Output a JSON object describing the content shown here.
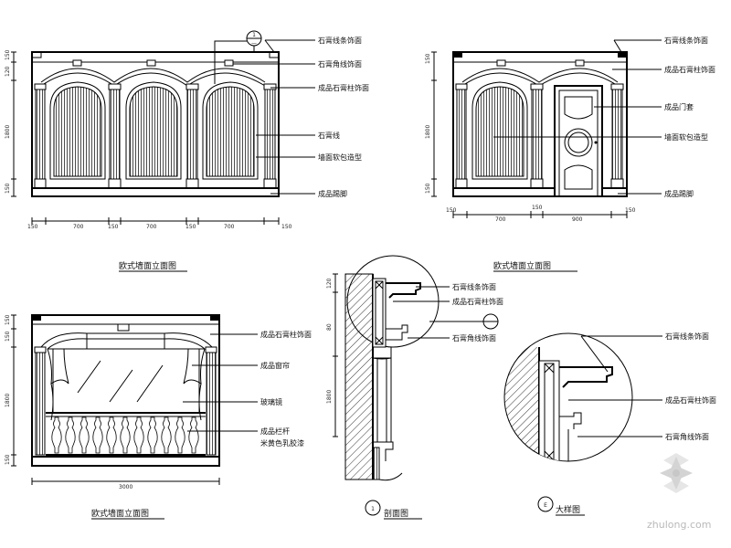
{
  "drawing": {
    "view1_title": "欧式墙面立面图",
    "view2_title": "欧式墙面立面图",
    "view3_title": "欧式墙面立面图",
    "detail1_title": "剖面图",
    "detailE_title": "大样图",
    "detail1_number": "1",
    "detailE_number": "E"
  },
  "view1_labels": [
    "石膏线条饰面",
    "石膏角线饰面",
    "成品石膏柱饰面",
    "石膏线",
    "墙面软包造型",
    "成品踢脚"
  ],
  "view2_labels": [
    "石膏线条饰面",
    "成品石膏柱饰面",
    "成品门套",
    "墙面软包造型",
    "成品踢脚"
  ],
  "view3_labels": [
    "成品石膏柱饰面",
    "成品窗帘",
    "玻璃镜",
    "成品栏杆",
    "米黄色乳胶漆"
  ],
  "detail1_labels": [
    "石膏线条饰面",
    "成品石膏柱饰面",
    "石膏角线饰面"
  ],
  "detailE_labels": [
    "石膏线条饰面",
    "成品石膏柱饰面",
    "石膏角线饰面"
  ],
  "section_marker": {
    "top": "1",
    "bottom": "—"
  },
  "dims": {
    "v1_left": [
      "150",
      "120",
      "1800",
      "150"
    ],
    "v1_bottom": [
      "150",
      "700",
      "150",
      "700",
      "150",
      "700",
      "150"
    ],
    "v2_left": [
      "150",
      "1800",
      "150"
    ],
    "v2_bottom": [
      "150",
      "700",
      "150",
      "900",
      "150"
    ],
    "v3_left": [
      "150",
      "150",
      "1800",
      "150"
    ],
    "v3_bottom": "3000",
    "d1_left": [
      "120",
      "80",
      "1800"
    ]
  },
  "watermark": {
    "text": "zhulong.com"
  }
}
